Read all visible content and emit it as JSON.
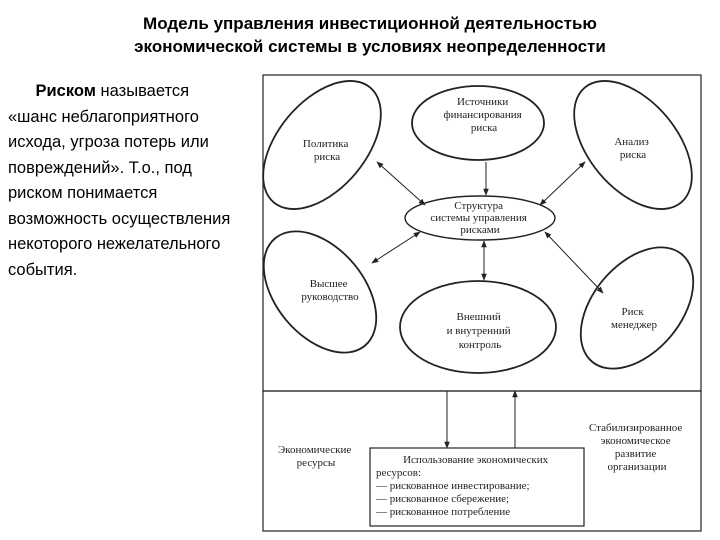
{
  "title": {
    "line1": "Модель управления инвестиционной деятельностью",
    "line2": "экономической системы в условиях неопределенности"
  },
  "definition": {
    "term": "Риском",
    "line1_rest": " называется",
    "line2": "«шанс неблагоприятного",
    "line3": "исхода, угроза потерь или",
    "line4": "повреждений». Т.о., под",
    "line5": "риском понимается",
    "line6": "возможность осуществления",
    "line7": "некоторого нежелательного",
    "line8": "события."
  },
  "diagram": {
    "sources": [
      "Источники",
      "финансирования",
      "риска"
    ],
    "policy": [
      "Политика",
      "риска"
    ],
    "analysis": [
      "Анализ",
      "риска"
    ],
    "structure": [
      "Структура",
      "системы управления",
      "рисками"
    ],
    "management": [
      "Высшее",
      "руководство"
    ],
    "control": [
      "Внешний",
      "и внутренний",
      "контроль"
    ],
    "manager": [
      "Риск",
      "менеджер"
    ],
    "resources": [
      "Экономические",
      "ресурсы"
    ],
    "stable": [
      "Стабилизированное",
      "экономическое",
      "развитие",
      "организации"
    ],
    "usage": [
      "Использование экономических",
      "ресурсов:",
      "— рискованное инвестирование;",
      "— рискованное сбережение;",
      "— рискованное потребление"
    ]
  }
}
